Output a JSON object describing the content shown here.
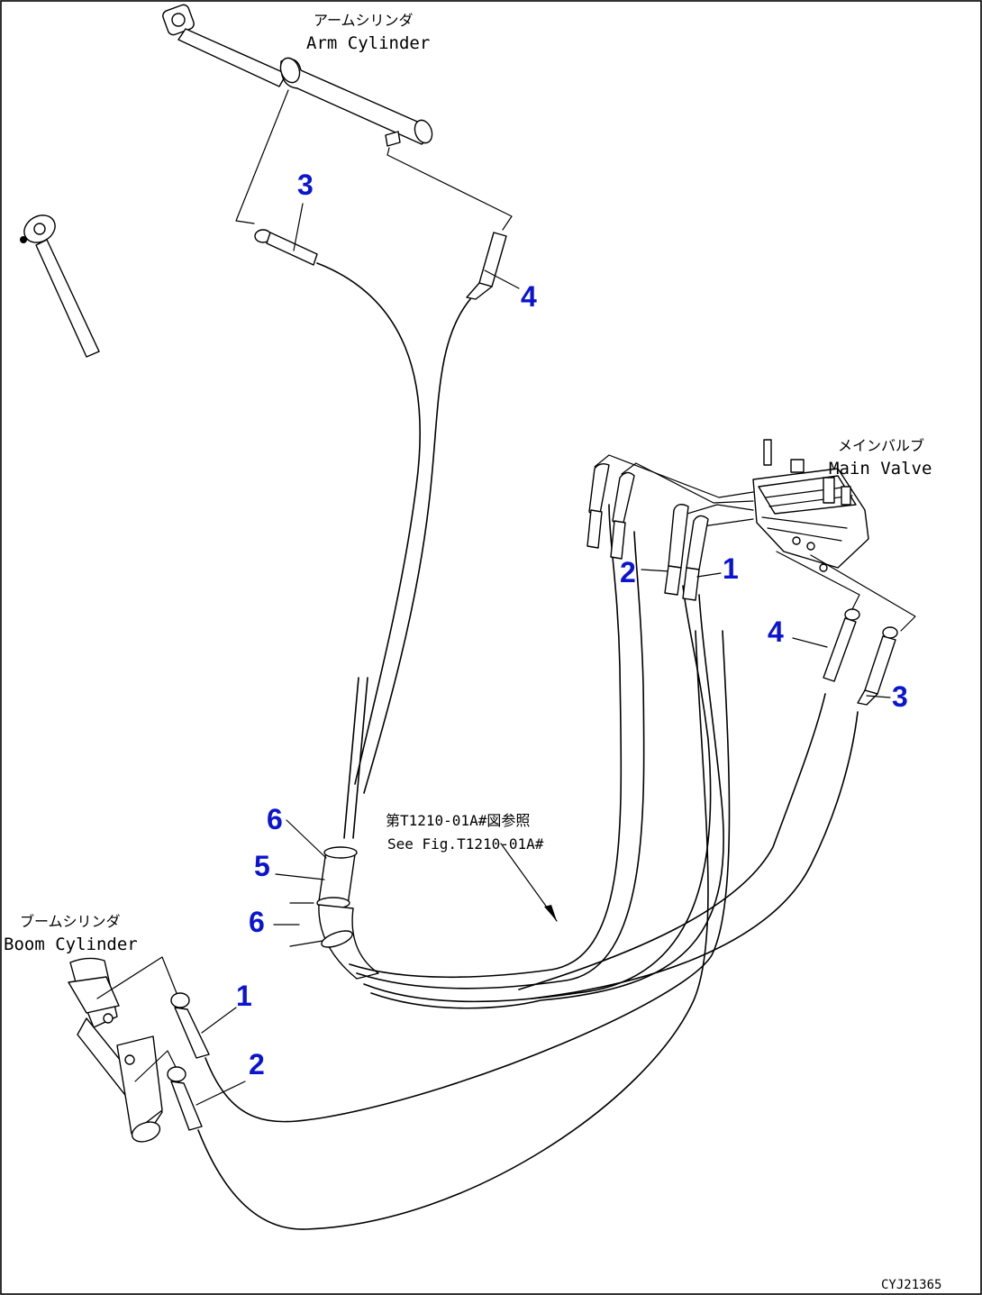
{
  "labels": {
    "arm_cylinder_jp": "アームシリンダ",
    "arm_cylinder_en": "Arm Cylinder",
    "main_valve_jp": "メインバルブ",
    "main_valve_en": "Main Valve",
    "boom_cylinder_jp": "ブームシリンダ",
    "boom_cylinder_en": "Boom Cylinder",
    "ref_jp": "第T1210-01A#図参照",
    "ref_en": "See Fig.T1210-01A#",
    "drawing_code": "CYJ21365"
  },
  "callouts": {
    "arm_3": "3",
    "arm_4": "4",
    "valve_1": "1",
    "valve_2": "2",
    "valve_3": "3",
    "valve_4": "4",
    "clamp_6_upper": "6",
    "tube_5": "5",
    "clamp_6_lower": "6",
    "boom_1": "1",
    "boom_2": "2"
  },
  "colors": {
    "callout": "#0a14d2",
    "line": "#000000",
    "background": "#ffffff"
  }
}
